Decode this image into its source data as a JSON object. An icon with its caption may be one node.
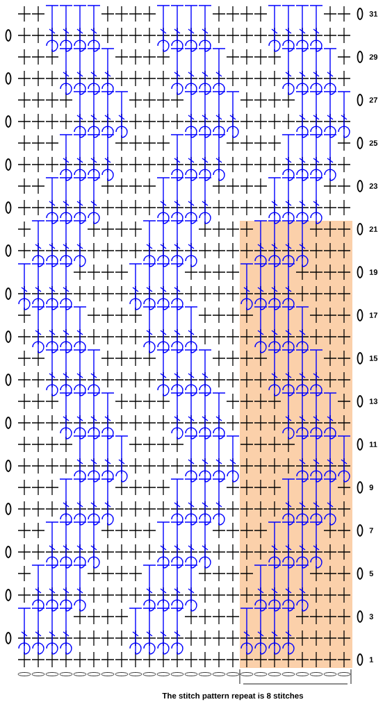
{
  "diagram": {
    "labels": [
      "31",
      "29",
      "27",
      "25",
      "23",
      "21",
      "19",
      "17",
      "15",
      "13",
      "11",
      "9",
      "7",
      "5",
      "3",
      "1",
      "The stitch pattern repeat is 8 stitches"
    ]
  }
}
